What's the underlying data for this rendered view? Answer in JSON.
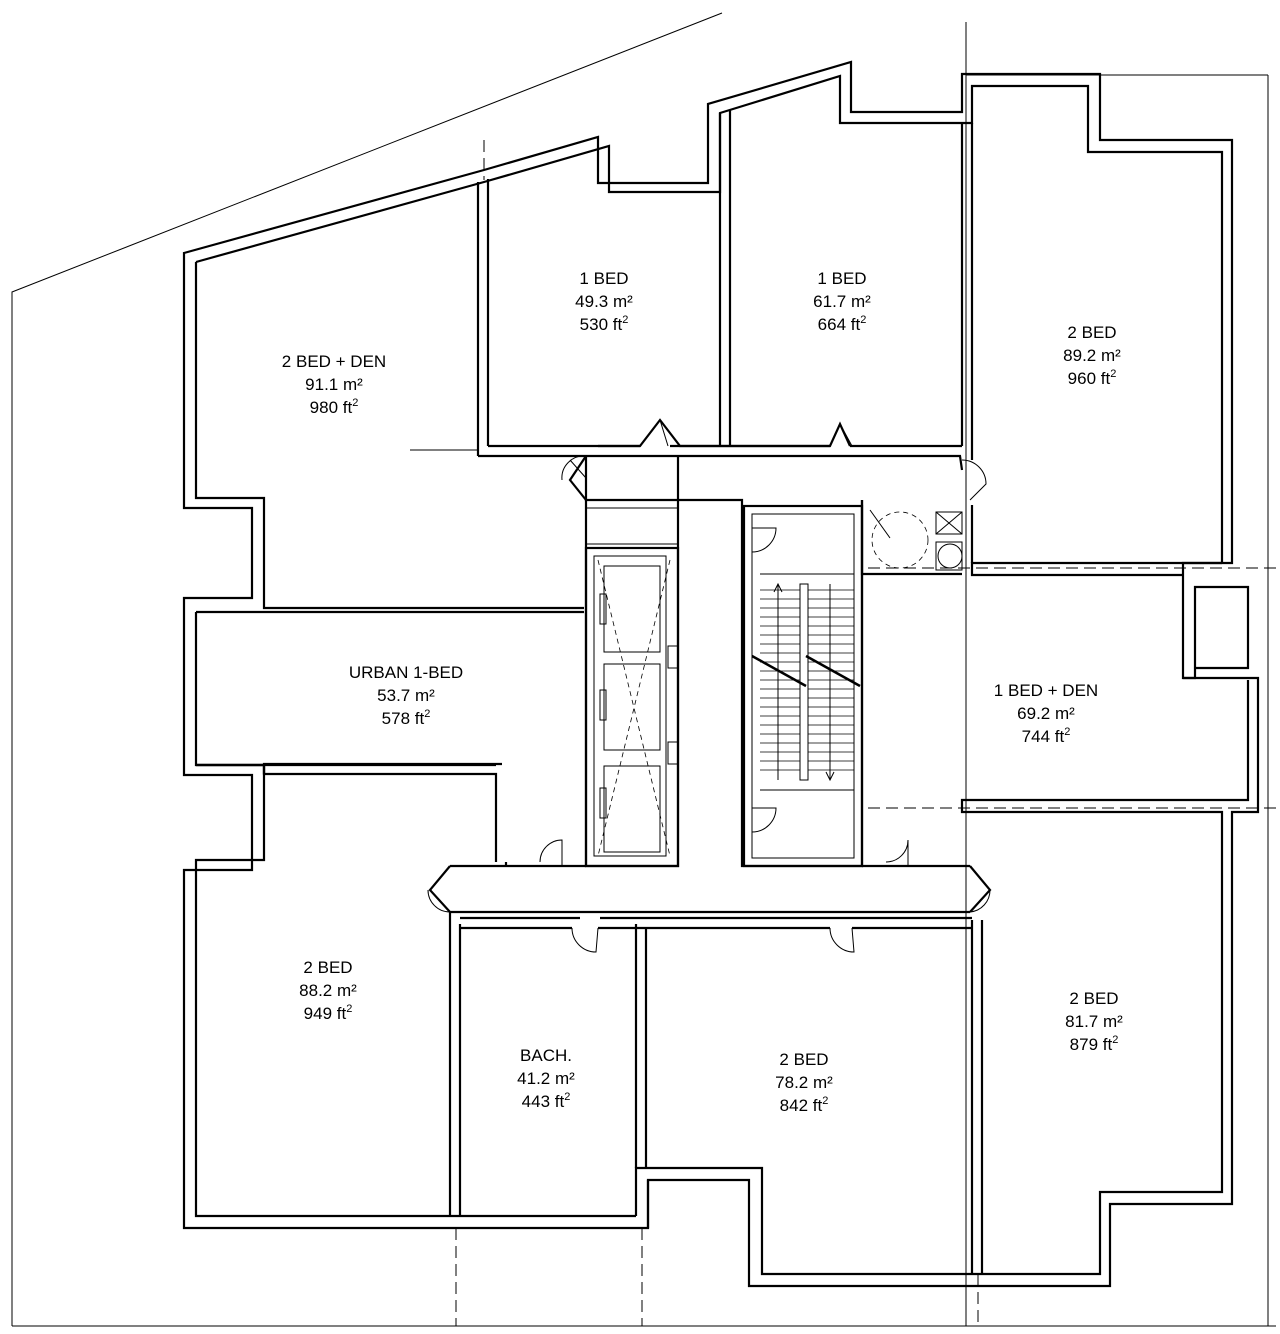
{
  "units": [
    {
      "id": "2bed-den-nw",
      "type": "2 BED + DEN",
      "area_m2": "91.1 m²",
      "area_ft": "980 ft",
      "sup": "2"
    },
    {
      "id": "1bed-a",
      "type": "1 BED",
      "area_m2": "49.3 m²",
      "area_ft": "530 ft",
      "sup": "2"
    },
    {
      "id": "1bed-b",
      "type": "1 BED",
      "area_m2": "61.7 m²",
      "area_ft": "664 ft",
      "sup": "2"
    },
    {
      "id": "2bed-ne",
      "type": "2 BED",
      "area_m2": "89.2 m²",
      "area_ft": "960 ft",
      "sup": "2"
    },
    {
      "id": "urban-1bed",
      "type": "URBAN 1-BED",
      "area_m2": "53.7 m²",
      "area_ft": "578 ft",
      "sup": "2"
    },
    {
      "id": "1bed-den-e",
      "type": "1 BED + DEN",
      "area_m2": "69.2 m²",
      "area_ft": "744 ft",
      "sup": "2"
    },
    {
      "id": "2bed-sw",
      "type": "2 BED",
      "area_m2": "88.2 m²",
      "area_ft": "949 ft",
      "sup": "2"
    },
    {
      "id": "bach",
      "type": "BACH.",
      "area_m2": "41.2 m²",
      "area_ft": "443 ft",
      "sup": "2"
    },
    {
      "id": "2bed-s",
      "type": "2 BED",
      "area_m2": "78.2 m²",
      "area_ft": "842 ft",
      "sup": "2"
    },
    {
      "id": "2bed-se",
      "type": "2 BED",
      "area_m2": "81.7 m²",
      "area_ft": "879 ft",
      "sup": "2"
    }
  ]
}
